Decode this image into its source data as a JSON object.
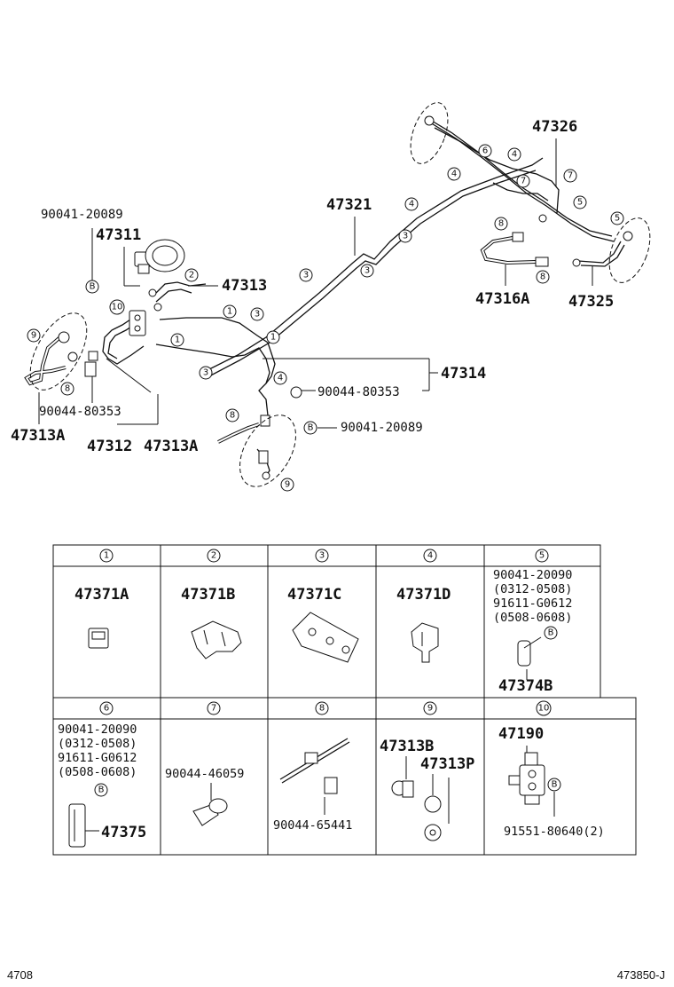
{
  "diagram": {
    "labels": {
      "p47326": "47326",
      "p47321": "47321",
      "p90041_20089_top": "90041-20089",
      "p47311": "47311",
      "p47313": "47313",
      "p47316A": "47316A",
      "p47325": "47325",
      "p47314": "47314",
      "p90044_80353_right": "90044-80353",
      "p90041_20089_right": "90041-20089",
      "p90044_80353_left": "90044-80353",
      "p47313A_left": "47313A",
      "p47312": "47312",
      "p47313A_mid": "47313A",
      "letterB": "B"
    },
    "circled": [
      "1",
      "2",
      "3",
      "4",
      "5",
      "6",
      "7",
      "8",
      "9",
      "10"
    ]
  },
  "table": {
    "row1": [
      {
        "num": "1",
        "lines": [
          "47371A"
        ]
      },
      {
        "num": "2",
        "lines": [
          "47371B"
        ]
      },
      {
        "num": "3",
        "lines": [
          "47371C"
        ]
      },
      {
        "num": "4",
        "lines": [
          "47371D"
        ]
      },
      {
        "num": "5",
        "lines": [
          "90041-20090",
          "(0312-0508)",
          "91611-G0612",
          "(0508-0608)"
        ],
        "bottom": "47374B",
        "marker": "B"
      }
    ],
    "row2": [
      {
        "num": "6",
        "lines": [
          "90041-20090",
          "(0312-0508)",
          "91611-G0612",
          "(0508-0608)"
        ],
        "marker": "B",
        "side": "47375"
      },
      {
        "num": "7",
        "lines": [
          "90044-46059"
        ]
      },
      {
        "num": "8",
        "lines": [
          "90044-65441"
        ]
      },
      {
        "num": "9",
        "lines": [
          "47313B",
          "47313P"
        ]
      },
      {
        "num": "10",
        "lines": [
          "47190",
          "91551-80640(2)"
        ],
        "marker": "B"
      }
    ]
  },
  "footer": {
    "left": "4708",
    "right": "473850-J"
  }
}
